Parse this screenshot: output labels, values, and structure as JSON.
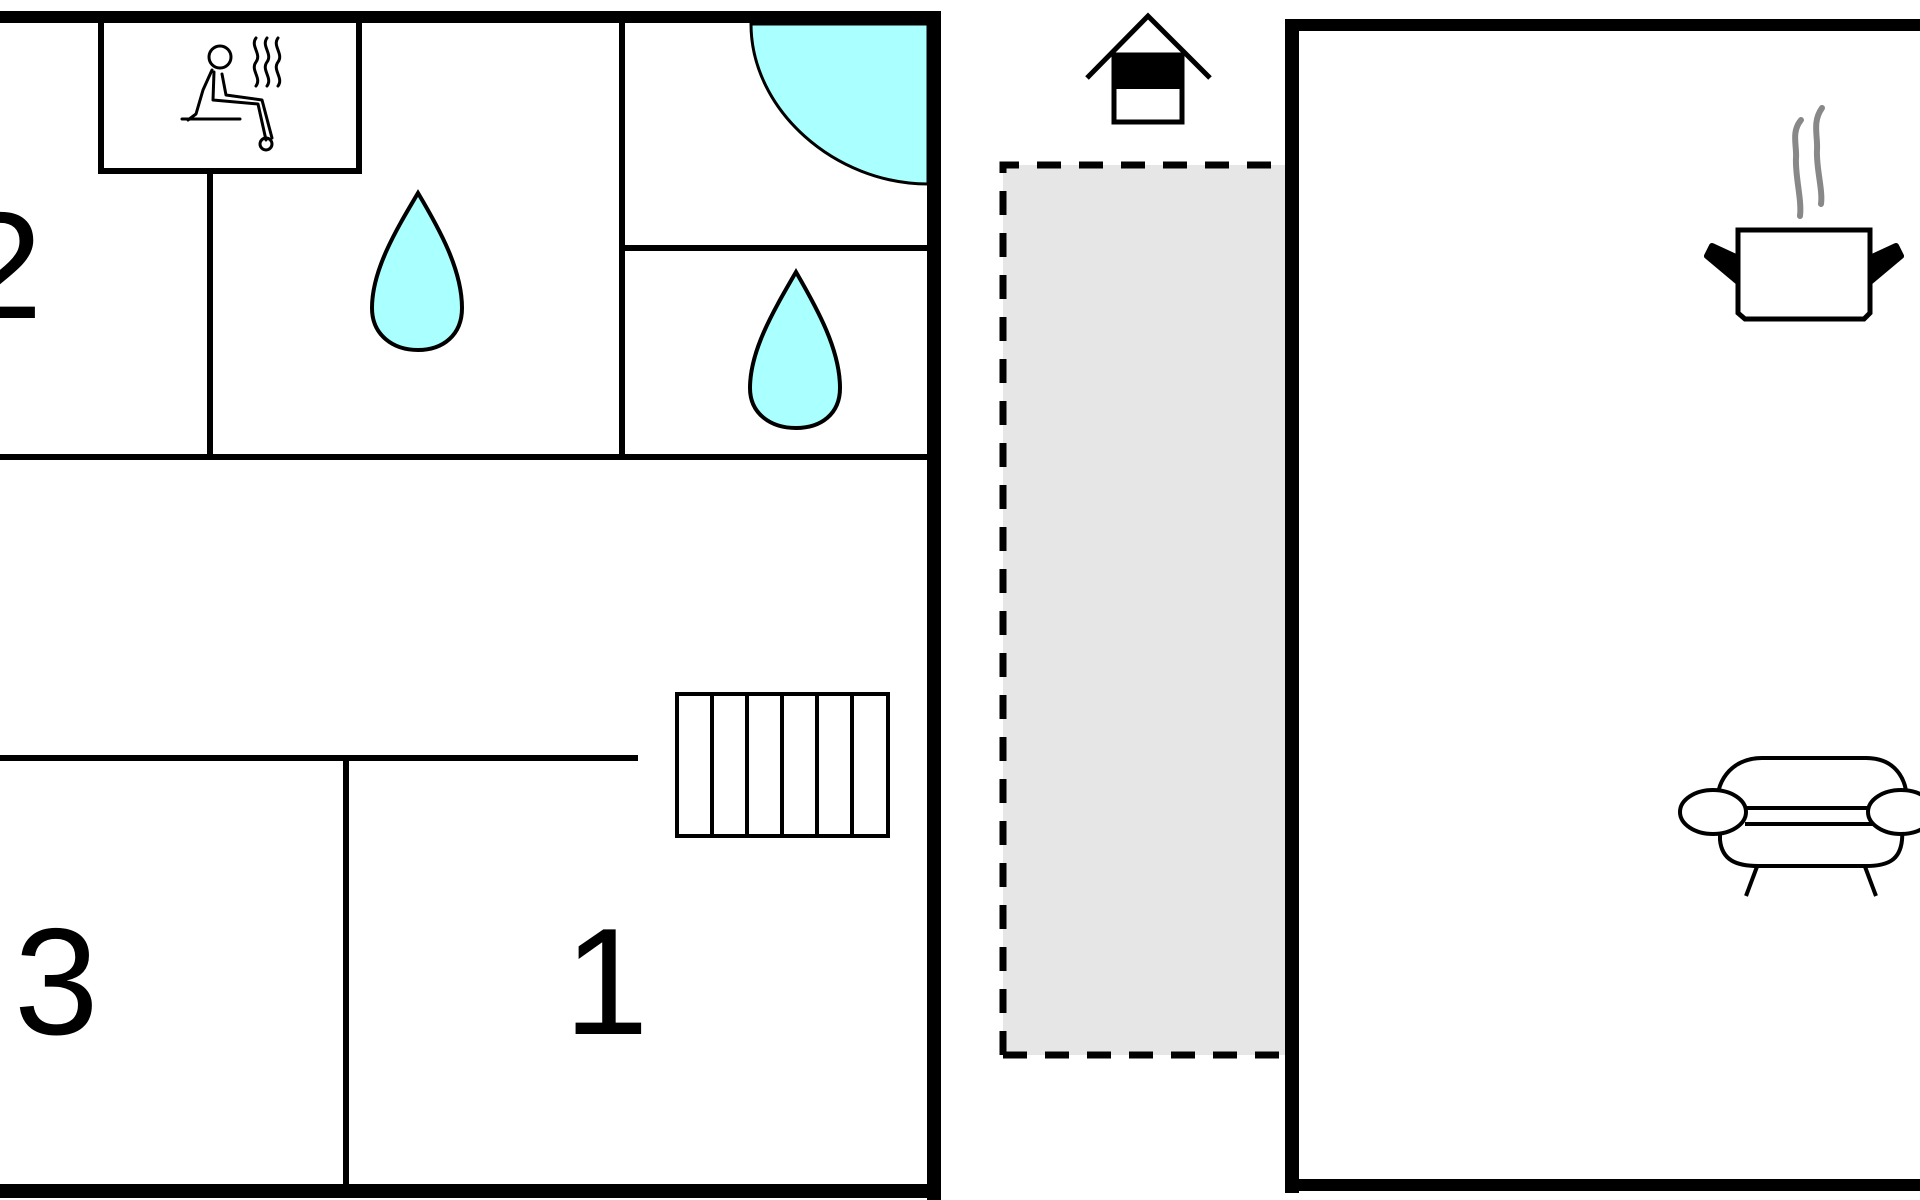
{
  "colors": {
    "wall": "#000000",
    "water": "#aaffff",
    "terrace": "#e6e6e6",
    "steam": "#888888",
    "background": "#ffffff"
  },
  "rooms": {
    "bedroom_top_left": {
      "label": "2"
    },
    "bedroom_bottom_left": {
      "label": "3"
    },
    "bedroom_bottom_middle": {
      "label": "1"
    }
  },
  "icons": [
    "sauna-icon",
    "water-drop-icon",
    "shower-quarter-circle-icon",
    "house-entrance-icon",
    "staircase-icon",
    "cooking-pot-icon",
    "sofa-icon"
  ]
}
